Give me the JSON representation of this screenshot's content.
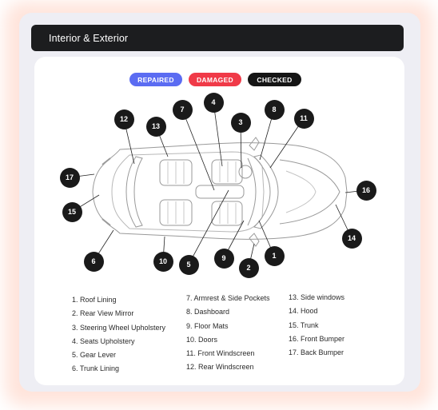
{
  "header": {
    "title": "Interior & Exterior"
  },
  "status_pills": {
    "repaired": "REPAIRED",
    "damaged": "DAMAGED",
    "checked": "CHECKED"
  },
  "colors": {
    "repaired": "#5b6cf2",
    "damaged": "#f03a48",
    "checked": "#151515",
    "header": "#1c1d1f"
  },
  "callouts": {
    "c1": "1",
    "c2": "2",
    "c3": "3",
    "c4": "4",
    "c5": "5",
    "c6": "6",
    "c7": "7",
    "c8": "8",
    "c9": "9",
    "c10": "10",
    "c11": "11",
    "c12": "12",
    "c13": "13",
    "c14": "14",
    "c15": "15",
    "c16": "16",
    "c17": "17"
  },
  "legend": {
    "col1": [
      "1. Roof Lining",
      "2. Rear View Mirror",
      "3. Steering Wheel Upholstery",
      "4. Seats Upholstery",
      "5. Gear Lever",
      "6. Trunk Lining"
    ],
    "col2": [
      "7. Armrest & Side Pockets",
      "8. Dashboard",
      "9. Floor Mats",
      "10. Doors",
      "11. Front Windscreen",
      "12. Rear Windscreen"
    ],
    "col3": [
      "13. Side windows",
      "14. Hood",
      "15. Trunk",
      "16. Front Bumper",
      "17. Back Bumper"
    ]
  },
  "diagram": {
    "subject": "car-top-view"
  }
}
